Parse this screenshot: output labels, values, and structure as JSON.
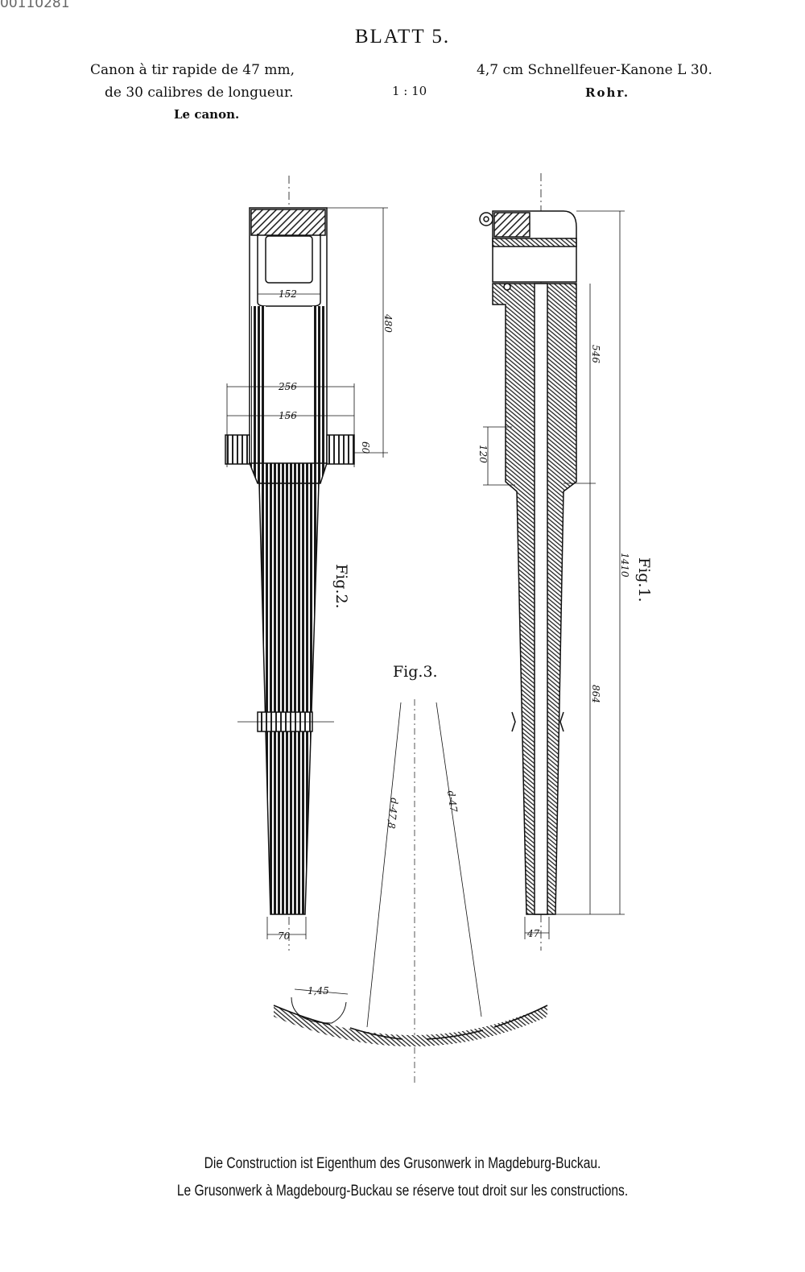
{
  "corner_id": "00110281",
  "sheet_title": "BLATT 5.",
  "header": {
    "french_line1": "Canon à tir rapide de 47 mm,",
    "french_line2": "de 30 calibres de longueur.",
    "french_line3": "Le canon.",
    "scale": "1 : 10",
    "german_line1": "4,7 cm Schnellfeuer-Kanone L 30.",
    "german_line2": "Rohr."
  },
  "figures": {
    "fig1": "Fig.1.",
    "fig2": "Fig.2.",
    "fig3": "Fig.3."
  },
  "dimensions": {
    "d152": "152",
    "d256": "256",
    "d156": "156",
    "d480": "480",
    "d60": "60",
    "d70": "70",
    "d546": "546",
    "d120": "120",
    "d1410": "1410",
    "d864": "864",
    "d47": "47",
    "d_478": "d-47,8",
    "d_47": "d-47",
    "d145": "1,45"
  },
  "footer": {
    "line1": "Die Construction ist Eigenthum des Grusonwerk in Magdeburg-Buckau.",
    "line2": "Le Grusonwerk à Magdebourg-Buckau se réserve tout droit sur les constructions."
  }
}
